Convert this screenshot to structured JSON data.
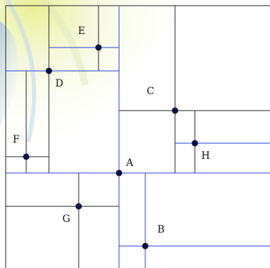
{
  "colors": {
    "blue_line": "#2a3fe0",
    "black_line": "#222222",
    "point_fill": "#0b1440",
    "label": "#111111",
    "swirl_yellow": "#f3ee9a",
    "swirl_blue": "#b9cfe3",
    "background": "#ffffff"
  },
  "labels": {
    "A": "A",
    "B": "B",
    "C": "C",
    "D": "D",
    "E": "E",
    "F": "F",
    "G": "G",
    "H": "H"
  }
}
